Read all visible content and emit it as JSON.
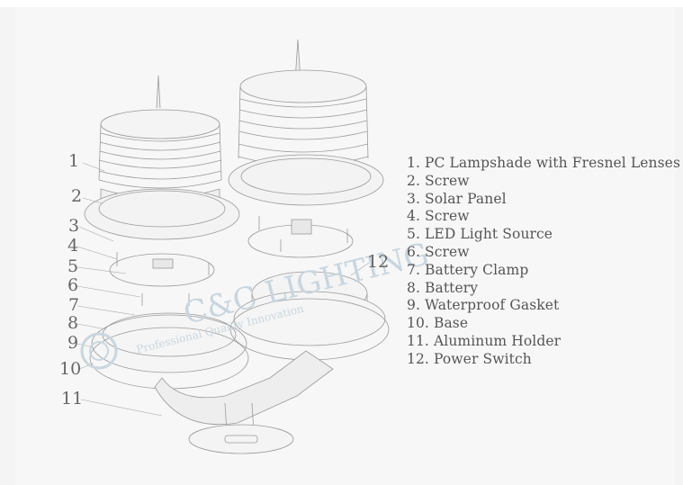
{
  "callouts": [
    "1",
    "2",
    "3",
    "4",
    "5",
    "6",
    "7",
    "8",
    "9",
    "10",
    "11",
    "12"
  ],
  "legend": [
    "1. PC Lampshade with Fresnel Lenses",
    "2. Screw",
    "3. Solar Panel",
    "4. Screw",
    "5. LED Light Source",
    "6. Screw",
    "7. Battery Clamp",
    "8. Battery",
    "9. Waterproof Gasket",
    "10. Base",
    "11. Aluminum Holder",
    "12. Power Switch"
  ],
  "watermark": {
    "logo_text": "C&C LIGHTING",
    "tagline": "Professional Quality Innovation"
  },
  "colors": {
    "background": "#f4f4f4",
    "line_art": "#9a9a9a",
    "text": "#555555",
    "watermark": "#c9d6df"
  }
}
